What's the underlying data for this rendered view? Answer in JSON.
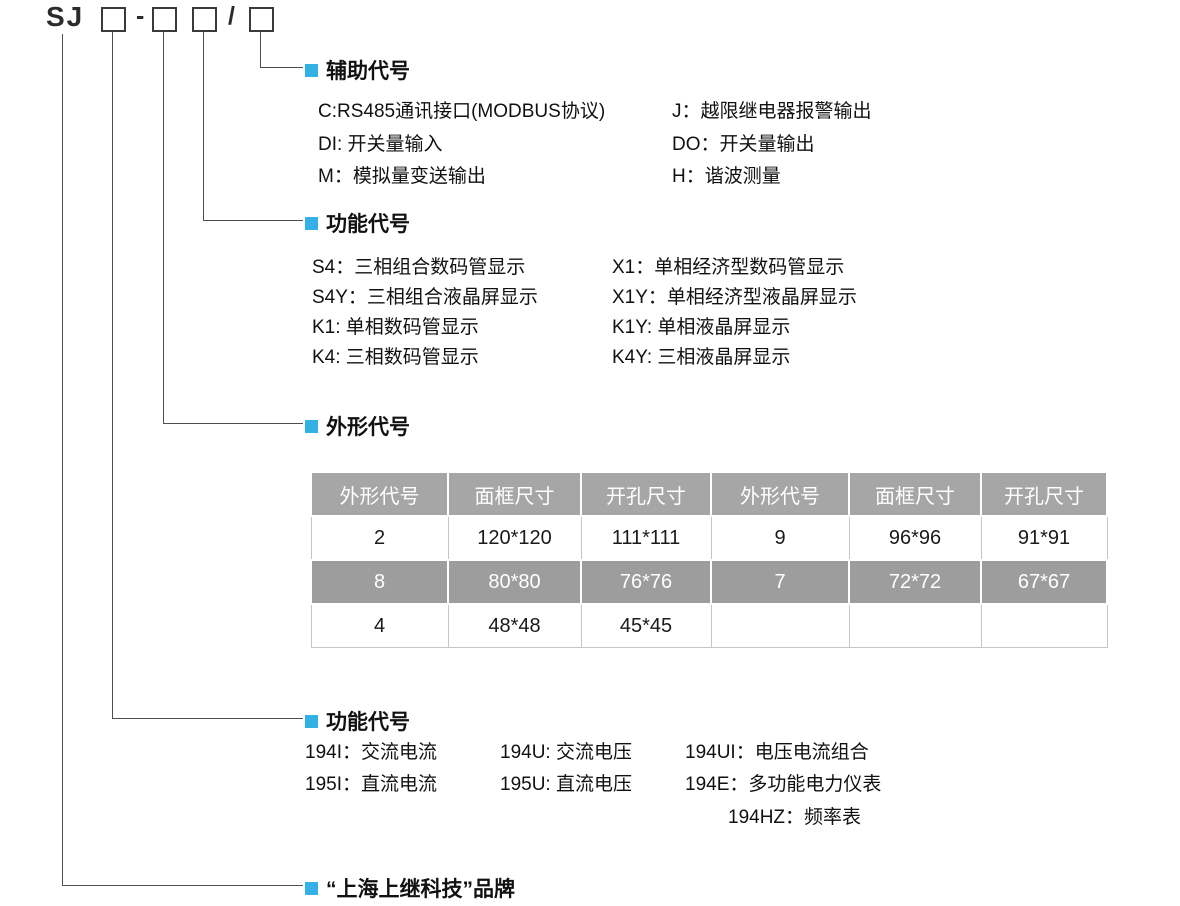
{
  "accent_color": "#33b1e4",
  "table_header_color": "#a6a6a6",
  "table_dark_row_color": "#9d9d9d",
  "model": {
    "prefix": "SJ",
    "dash": "-",
    "slash": "/"
  },
  "auxiliary": {
    "title": "辅助代号",
    "rows": [
      {
        "left": "C:RS485通讯接口(MODBUS协议)",
        "right": "J：越限继电器报警输出"
      },
      {
        "left": "DI: 开关量输入",
        "right": "DO：开关量输出"
      },
      {
        "left": "M：模拟量变送输出",
        "right": "H：谐波测量"
      }
    ]
  },
  "display_function": {
    "title": "功能代号",
    "rows": [
      {
        "left": "S4：三相组合数码管显示",
        "right": "X1：单相经济型数码管显示"
      },
      {
        "left": "S4Y：三相组合液晶屏显示",
        "right": "X1Y：单相经济型液晶屏显示"
      },
      {
        "left": "K1: 单相数码管显示",
        "right": "K1Y: 单相液晶屏显示"
      },
      {
        "left": "K4: 三相数码管显示",
        "right": "K4Y: 三相液晶屏显示"
      }
    ]
  },
  "shape": {
    "title": "外形代号",
    "table": {
      "headers": [
        "外形代号",
        "面框尺寸",
        "开孔尺寸",
        "外形代号",
        "面框尺寸",
        "开孔尺寸"
      ],
      "rows": [
        [
          "2",
          "120*120",
          "111*111",
          "9",
          "96*96",
          "91*91"
        ],
        [
          "8",
          "80*80",
          "76*76",
          "7",
          "72*72",
          "67*67"
        ],
        [
          "4",
          "48*48",
          "45*45",
          "",
          "",
          ""
        ]
      ]
    }
  },
  "product_function": {
    "title": "功能代号",
    "rows": [
      {
        "c1": "194I：交流电流",
        "c2": "194U: 交流电压",
        "c3": "194UI：电压电流组合"
      },
      {
        "c1": "195I：直流电流",
        "c2": "195U: 直流电压",
        "c3": "194E：多功能电力仪表"
      },
      {
        "c3": "194HZ：频率表"
      }
    ]
  },
  "brand": {
    "label": "“上海上继科技”品牌"
  }
}
